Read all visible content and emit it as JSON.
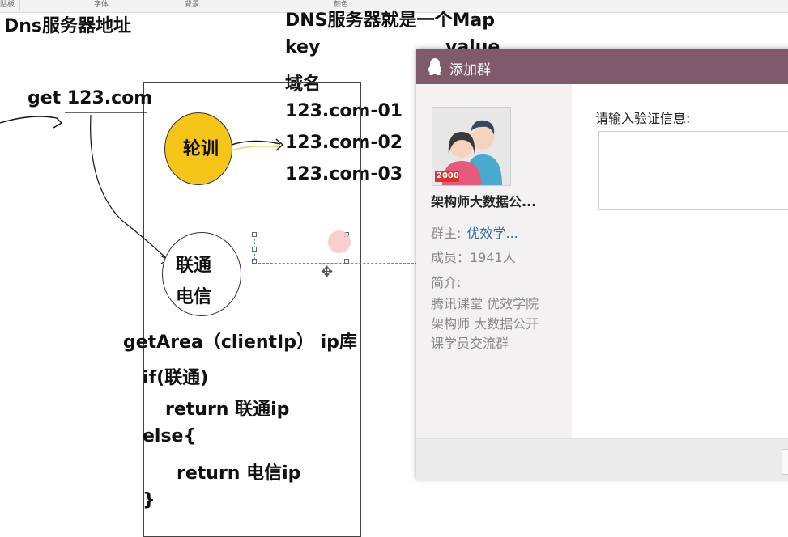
{
  "ribbon": {
    "groups": [
      "贴板",
      "字体",
      "背景",
      "颜色"
    ]
  },
  "canvas": {
    "dns_title": "Dns服务器地址",
    "map_title": "DNS服务器就是一个Map",
    "key_label": "key",
    "value_label": "value",
    "domain_label": "域名",
    "entries": [
      "123.com-01",
      "123.com-02",
      "123.com-03"
    ],
    "request": "get 123.com",
    "lunxun": "轮训",
    "liantong": "联通",
    "dianxin": "电信",
    "code": [
      "getArea（clientIp） ip库",
      "if(联通)",
      "return 联通ip",
      "else{",
      "return 电信ip",
      "}"
    ],
    "colors": {
      "yellow_circle": "#f5c518",
      "ink": "#111111"
    }
  },
  "dialog": {
    "title": "添加群",
    "group_name": "架构师大数据公...",
    "owner_label": "群主:",
    "owner_value": "优效学...",
    "members": "成员：1941人",
    "intro_label": "简介:",
    "intro_lines": [
      "腾讯课堂 优效学院",
      "架构师 大数据公开",
      "课学员交流群"
    ],
    "avatar_badge": "2000",
    "verify_label": "请输入验证信息:",
    "verify_value": "",
    "colors": {
      "title_bar": "#7f5a6b",
      "link": "#2d6ca2"
    }
  }
}
